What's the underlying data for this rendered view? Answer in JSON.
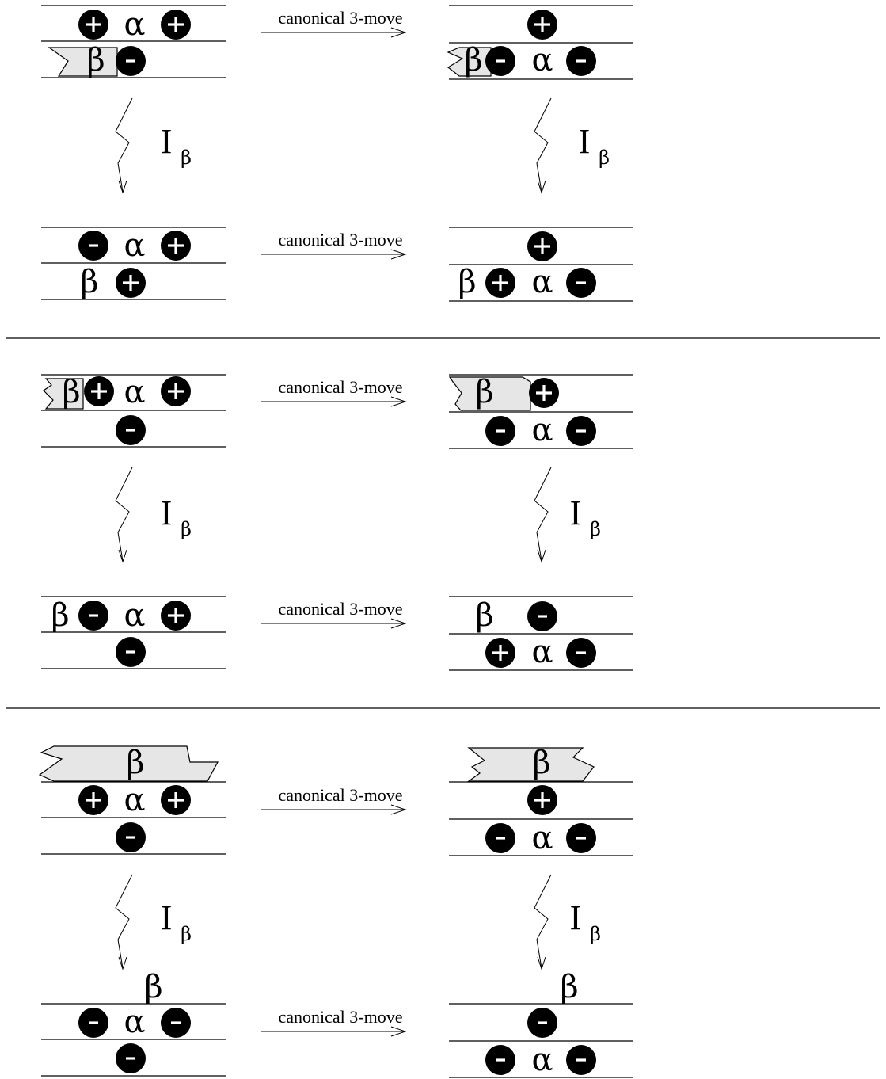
{
  "labels": {
    "move": "canonical 3-move",
    "invariant": "I",
    "invariant_sub": "β",
    "alpha": "α",
    "beta": "β"
  },
  "rows": [
    {
      "top_left": [
        "+",
        "+",
        "-"
      ],
      "top_right": [
        "+",
        "-",
        "-"
      ],
      "bottom_left": [
        "-",
        "+",
        "+"
      ],
      "bottom_right": [
        "+",
        "+",
        "-"
      ]
    },
    {
      "top_left": [
        "+",
        "+",
        "-",
        "+"
      ],
      "top_right": [
        "+",
        "-",
        "-"
      ],
      "bottom_left": [
        "-",
        "+",
        "-"
      ],
      "bottom_right": [
        "-",
        "+",
        "-"
      ]
    },
    {
      "top_left": [
        "+",
        "+",
        "-"
      ],
      "top_right": [
        "+",
        "-",
        "-"
      ],
      "bottom_left": [
        "-",
        "-",
        "-"
      ],
      "bottom_right": [
        "-",
        "-",
        "-"
      ]
    }
  ]
}
